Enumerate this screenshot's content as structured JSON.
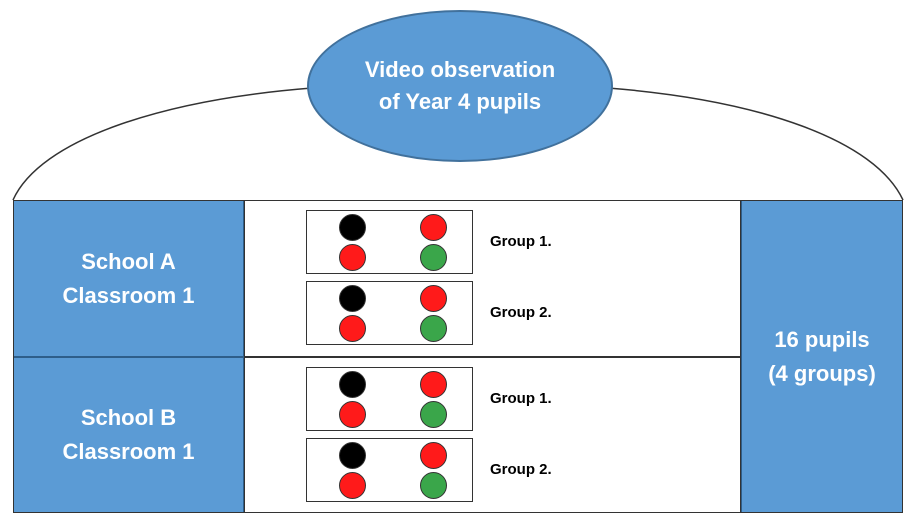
{
  "title": {
    "line1": "Video observation",
    "line2": "of Year 4 pupils"
  },
  "schools": [
    {
      "line1": "School A",
      "line2": "Classroom 1",
      "groups": [
        {
          "label": "Group 1.",
          "dots": [
            "black",
            "red",
            "red",
            "green"
          ]
        },
        {
          "label": "Group 2.",
          "dots": [
            "black",
            "red",
            "red",
            "green"
          ]
        }
      ]
    },
    {
      "line1": "School B",
      "line2": "Classroom 1",
      "groups": [
        {
          "label": "Group 1.",
          "dots": [
            "black",
            "red",
            "red",
            "green"
          ]
        },
        {
          "label": "Group 2.",
          "dots": [
            "black",
            "red",
            "red",
            "green"
          ]
        }
      ]
    }
  ],
  "summary": {
    "line1": "16 pupils",
    "line2": "(4 groups)"
  },
  "colors": {
    "blue": "#5b9bd5",
    "black": "#000000",
    "red": "#ff1a1a",
    "green": "#3aa64a"
  }
}
